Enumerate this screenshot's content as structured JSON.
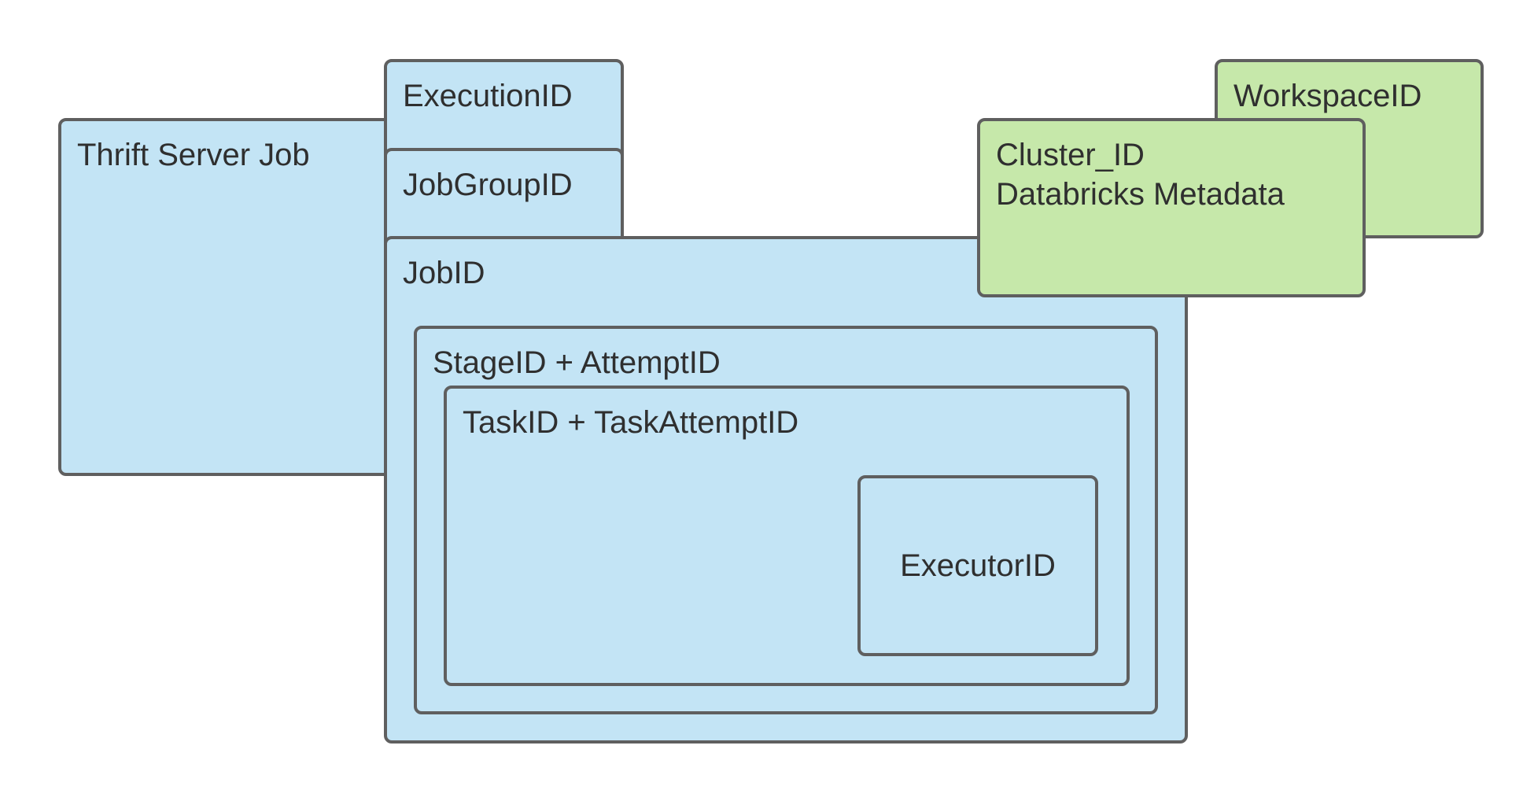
{
  "diagram": {
    "nodes": {
      "thrift_server_job": "Thrift Server Job",
      "execution_id": "ExecutionID",
      "job_group_id": "JobGroupID",
      "job_id": "JobID",
      "stage_attempt_id": "StageID + AttemptID",
      "task_attempt_id": "TaskID + TaskAttemptID",
      "executor_id": "ExecutorID",
      "workspace_id": "WorkspaceID",
      "cluster_id": "Cluster_ID",
      "databricks_metadata": "Databricks Metadata"
    },
    "colors": {
      "spark_fill": "#c3e4f5",
      "databricks_fill": "#c6e8aa",
      "border": "#5f5f5f"
    }
  }
}
